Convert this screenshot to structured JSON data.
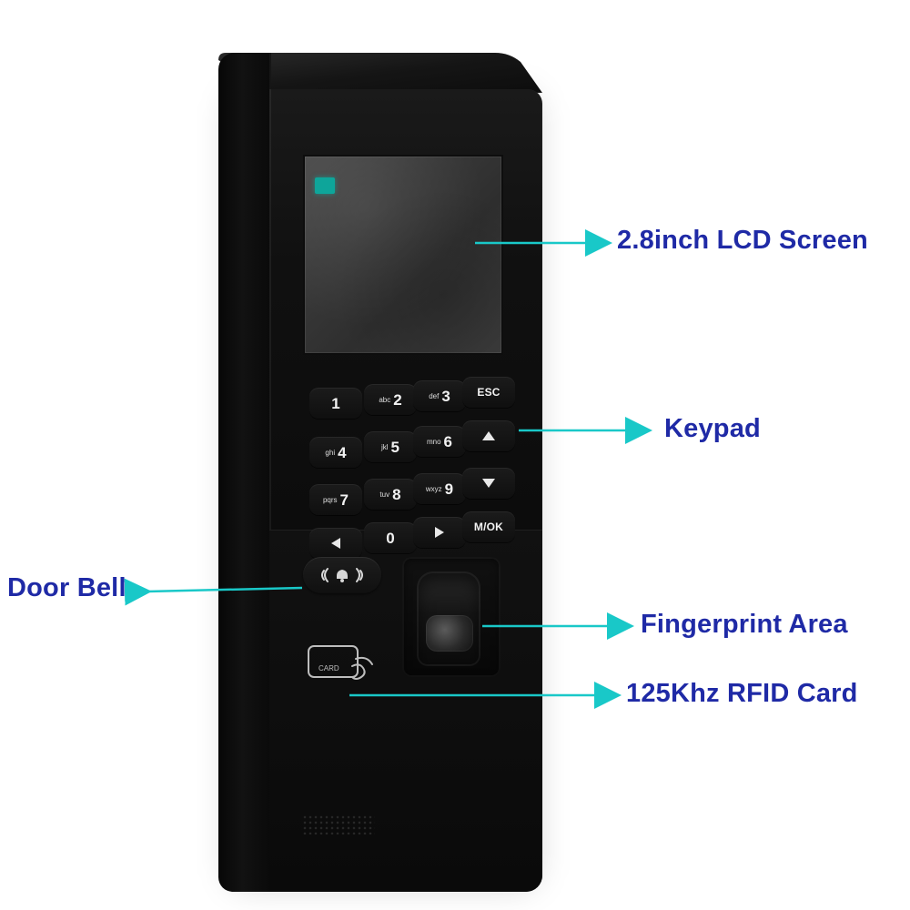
{
  "callouts": {
    "lcd": "2.8inch LCD Screen",
    "keypad": "Keypad",
    "doorbell": "Door Bell",
    "fingerprint": "Fingerprint Area",
    "rfid": "125Khz RFID Card"
  },
  "keypad": {
    "keys": [
      {
        "id": "1",
        "main": "1",
        "sub": ""
      },
      {
        "id": "2",
        "main": "2",
        "sub": "abc"
      },
      {
        "id": "3",
        "main": "3",
        "sub": "def"
      },
      {
        "id": "esc",
        "main": "",
        "sub": "",
        "label": "ESC"
      },
      {
        "id": "4",
        "main": "4",
        "sub": "ghi"
      },
      {
        "id": "5",
        "main": "5",
        "sub": "jkl"
      },
      {
        "id": "6",
        "main": "6",
        "sub": "mno"
      },
      {
        "id": "up",
        "main": "",
        "sub": "",
        "icon": "triangle-up-icon"
      },
      {
        "id": "7",
        "main": "7",
        "sub": "pqrs"
      },
      {
        "id": "8",
        "main": "8",
        "sub": "tuv"
      },
      {
        "id": "9",
        "main": "9",
        "sub": "wxyz"
      },
      {
        "id": "down",
        "main": "",
        "sub": "",
        "icon": "triangle-down-icon"
      },
      {
        "id": "left",
        "main": "",
        "sub": "",
        "icon": "triangle-left-icon"
      },
      {
        "id": "0",
        "main": "0",
        "sub": ""
      },
      {
        "id": "right",
        "main": "",
        "sub": "",
        "icon": "triangle-right-icon"
      },
      {
        "id": "mok",
        "main": "",
        "sub": "",
        "label": "M/OK"
      }
    ]
  },
  "card_icon": {
    "card_text": "CARD"
  },
  "colors": {
    "callout_text": "#1f2aa6",
    "callout_line": "#19c8c8",
    "led": "#0ea59a"
  }
}
